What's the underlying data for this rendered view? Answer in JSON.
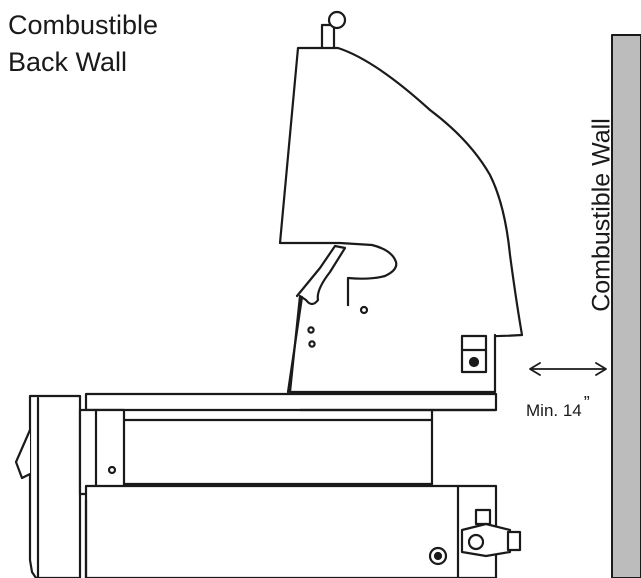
{
  "labels": {
    "back_wall_line1": "Combustible",
    "back_wall_line2": "Back Wall",
    "side_wall": "Combustible Wall",
    "clearance": "Min. 14",
    "clearance_unit": "”"
  },
  "colors": {
    "wall_fill": "#bcbcbc",
    "line": "#1a1a1a",
    "background": "#ffffff"
  }
}
